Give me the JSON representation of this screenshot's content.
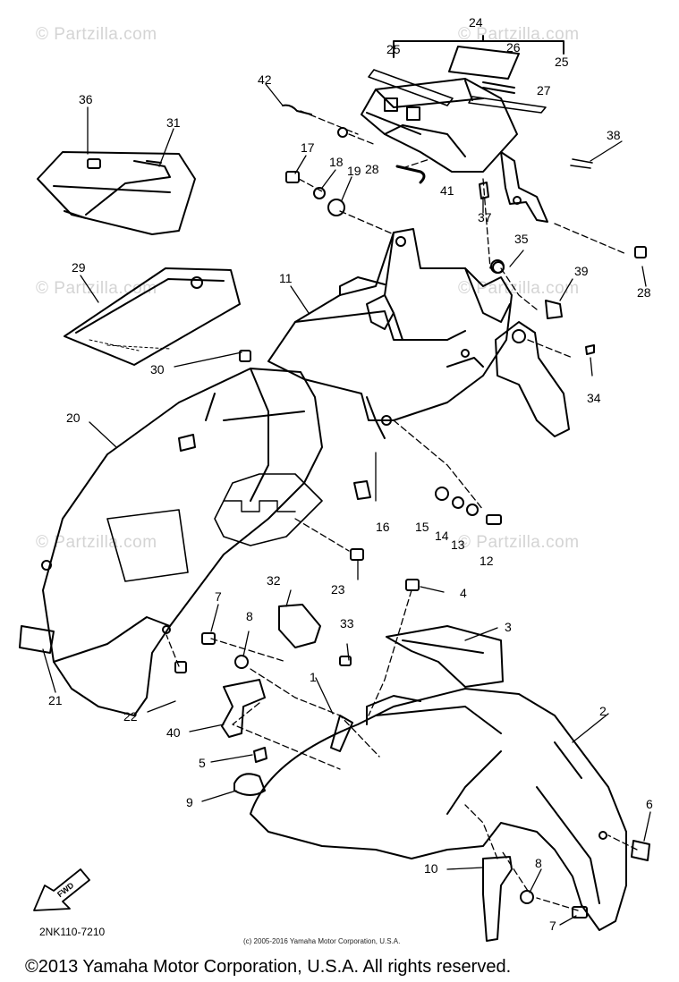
{
  "watermarks": [
    "© Partzilla.com",
    "© Partzilla.com",
    "© Partzilla.com",
    "© Partzilla.com",
    "© Partzilla.com",
    "© Partzilla.com"
  ],
  "callouts": {
    "c24": "24",
    "c25a": "25",
    "c26": "26",
    "c25b": "25",
    "c27": "27",
    "c42": "42",
    "c36": "36",
    "c31": "31",
    "c17": "17",
    "c18": "18",
    "c19": "19",
    "c28a": "28",
    "c41": "41",
    "c37": "37",
    "c38": "38",
    "c28b": "28",
    "c35": "35",
    "c39": "39",
    "c29": "29",
    "c11": "11",
    "c34": "34",
    "c30": "30",
    "c20": "20",
    "c16": "16",
    "c15": "15",
    "c14": "14",
    "c13": "13",
    "c12": "12",
    "c23": "23",
    "c32": "32",
    "c8a": "8",
    "c7a": "7",
    "c33": "33",
    "c4": "4",
    "c3": "3",
    "c21": "21",
    "c22": "22",
    "c1": "1",
    "c2": "2",
    "c40": "40",
    "c5": "5",
    "c9": "9",
    "c6": "6",
    "c10": "10",
    "c8b": "8",
    "c7b": "7"
  },
  "fwd_label": "FWD",
  "part_code": "2NK110-7210",
  "inner_copyright": "(c) 2005-2016 Yamaha Motor Corporation, U.S.A.",
  "footer_copyright": "©2013 Yamaha Motor Corporation, U.S.A. All rights reserved."
}
